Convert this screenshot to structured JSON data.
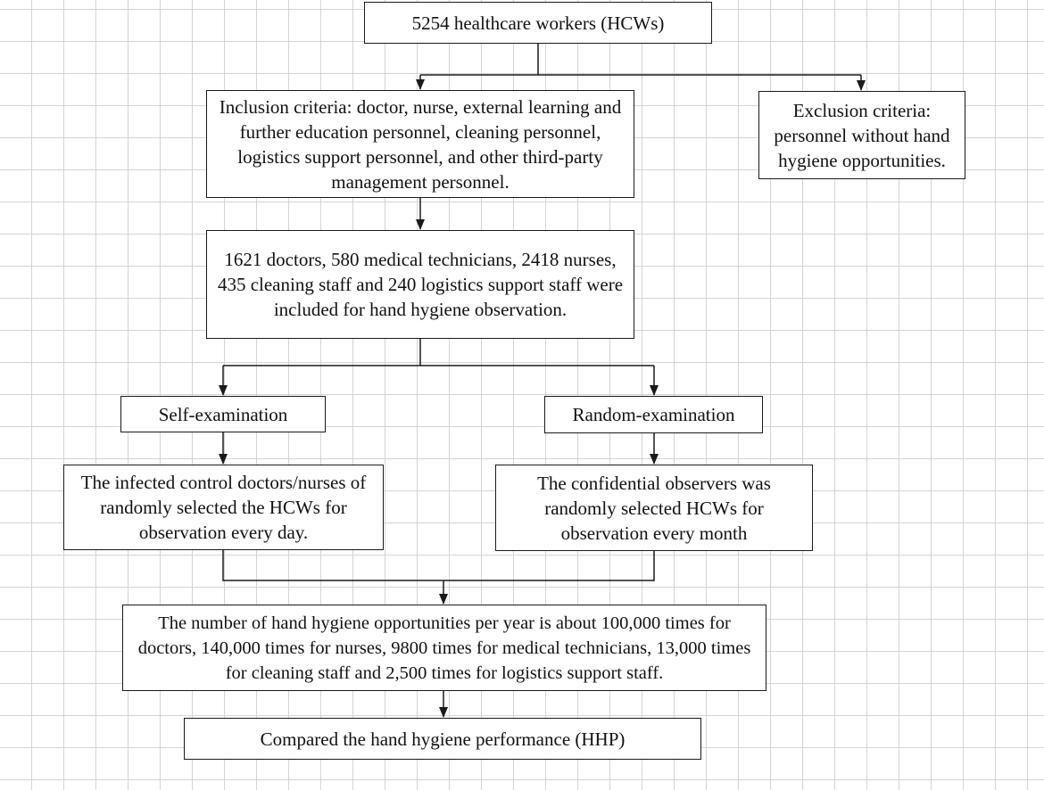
{
  "diagram": {
    "nodes": {
      "hcws": {
        "text": "5254 healthcare workers (HCWs)"
      },
      "inclusion": {
        "text": "Inclusion criteria: doctor, nurse, external learning and further education personnel, cleaning personnel, logistics support personnel, and other third-party management personnel."
      },
      "exclusion": {
        "text": "Exclusion criteria: personnel without hand hygiene opportunities."
      },
      "included": {
        "text": "1621 doctors, 580 medical technicians, 2418 nurses, 435 cleaning staff and 240 logistics support staff were included for hand hygiene observation."
      },
      "self_exam": {
        "text": "Self-examination"
      },
      "random_exam": {
        "text": "Random-examination"
      },
      "self_desc": {
        "text": "The infected control doctors/nurses of randomly selected the HCWs for observation every day."
      },
      "random_desc": {
        "text": "The confidential observers was randomly selected HCWs for observation every month"
      },
      "opportunities": {
        "text": "The number of hand hygiene opportunities per year is about 100,000 times for doctors, 140,000 times for nurses, 9800 times for medical technicians, 13,000 times for cleaning staff and 2,500 times for logistics support staff."
      },
      "compare": {
        "text": "Compared the hand hygiene performance (HHP)"
      }
    },
    "edges": [
      {
        "from": "hcws",
        "to": "inclusion"
      },
      {
        "from": "hcws",
        "to": "exclusion"
      },
      {
        "from": "inclusion",
        "to": "included"
      },
      {
        "from": "included",
        "to": "self_exam"
      },
      {
        "from": "included",
        "to": "random_exam"
      },
      {
        "from": "self_exam",
        "to": "self_desc"
      },
      {
        "from": "random_exam",
        "to": "random_desc"
      },
      {
        "from": "self_desc",
        "to": "opportunities"
      },
      {
        "from": "random_desc",
        "to": "opportunities"
      },
      {
        "from": "opportunities",
        "to": "compare"
      }
    ]
  }
}
